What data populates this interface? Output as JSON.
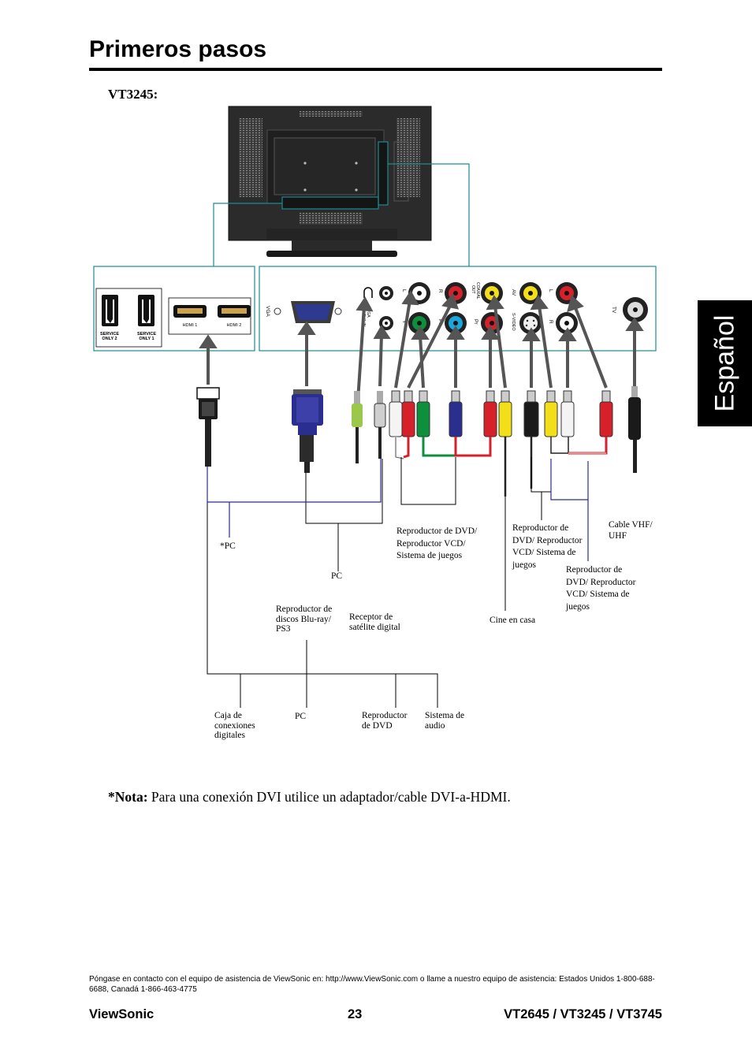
{
  "header": {
    "title": "Primeros pasos",
    "model_heading": "VT3245:",
    "language_tab": "Español"
  },
  "panel_left": {
    "service_only_2": [
      "SERVICE",
      "ONLY 2"
    ],
    "service_only_1": [
      "SERVICE",
      "ONLY 1"
    ],
    "hdmi_1": "HDMI 1",
    "hdmi_2": "HDMI 2"
  },
  "panel_right": {
    "vga": "VGA",
    "vga_audio_in": [
      "VGA",
      "AUDIO IN"
    ],
    "l": "L",
    "r": "R",
    "y": "Y",
    "pb": "Pb",
    "pr": "Pr",
    "coaxial_out": [
      "COAXIAL",
      "OUT"
    ],
    "av": "AV",
    "s_video": "S-VIDEO",
    "tv": "TV"
  },
  "labels": {
    "dvd_component": [
      "Reproductor de DVD/",
      "Reproductor VCD/",
      "Sistema de juegos"
    ],
    "dvd_av_1": [
      "Reproductor de",
      "DVD/ Reproductor",
      "VCD/ Sistema de",
      "juegos"
    ],
    "dvd_av_2": [
      "Reproductor de",
      "DVD/ Reproductor",
      "VCD/ Sistema de",
      "juegos"
    ],
    "cable": [
      "Cable VHF/",
      "UHF"
    ],
    "pc_star": "*PC",
    "pc_vga": "PC",
    "bluray": [
      "Reproductor de",
      "discos Blu-ray/",
      "PS3"
    ],
    "satellite": [
      "Receptor de",
      "satélite digital"
    ],
    "home_theater": "Cine en casa",
    "set_top_box": [
      "Caja de",
      "conexiones",
      "digitales"
    ],
    "pc_bottom": "PC",
    "dvd_player": [
      "Reproductor",
      "de DVD"
    ],
    "audio_system": [
      "Sistema de",
      "audio"
    ]
  },
  "note": {
    "bold": "*Nota:",
    "text": " Para una conexión DVI utilice un adaptador/cable DVI-a-HDMI."
  },
  "contact": "Póngase en contacto con el equipo de asistencia de ViewSonic en: http://www.ViewSonic.com o llame a nuestro equipo de asistencia: Estados Unidos 1-800-688-6688, Canadá 1-866-463-4775",
  "footer": {
    "brand": "ViewSonic",
    "page_number": "23",
    "models": "VT2645 / VT3245 / VT3745"
  },
  "colors": {
    "accent_line": "#1c8b93",
    "cable_blue": "#2b2d8f",
    "red": "#d6202a",
    "green": "#0d8f3b",
    "blue_plug": "#2a2e8e",
    "yellow": "#f2df1a"
  }
}
